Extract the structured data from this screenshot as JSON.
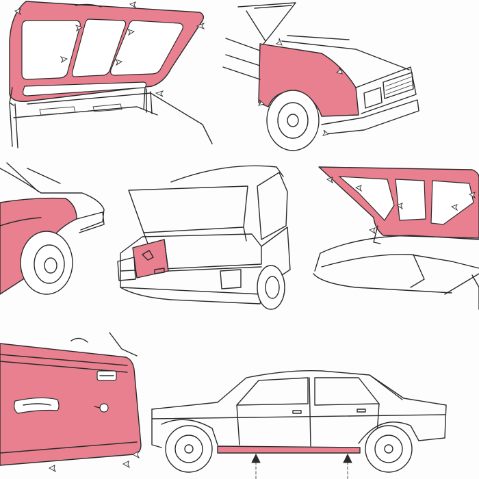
{
  "figure": {
    "colors": {
      "treated_area": "#e9808f",
      "line_art": "#2a2a2a",
      "background": "#fdfdfd"
    },
    "panels": [
      {
        "id": "hood-underside",
        "treated": true,
        "spray-arrow-icons": 8
      },
      {
        "id": "front-fender-inner",
        "treated": true,
        "spray-arrow-icons": 4
      },
      {
        "id": "rear-quarter-panel",
        "treated": true,
        "spray-arrow-icons": 0
      },
      {
        "id": "trunk-side-cavity",
        "treated": true,
        "spray-arrow-icons": 0
      },
      {
        "id": "trunk-lid-underside",
        "treated": true,
        "spray-arrow-icons": 6
      },
      {
        "id": "door-inner-panel",
        "treated": true,
        "spray-arrow-icons": 3
      },
      {
        "id": "rocker-panel-sedan",
        "treated": true,
        "spray-arrow-icons": 2
      }
    ]
  }
}
